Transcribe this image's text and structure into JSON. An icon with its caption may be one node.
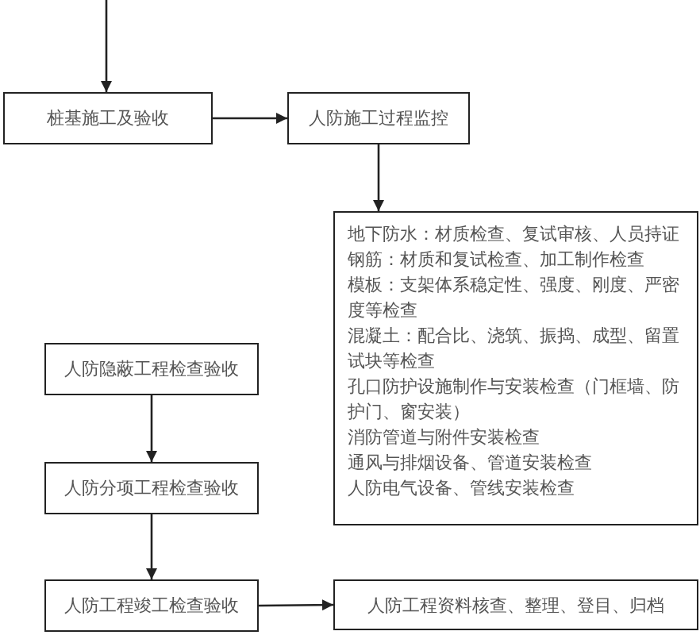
{
  "diagram": {
    "nodes": [
      {
        "text": [
          "桩基施工及验收"
        ]
      },
      {
        "text": [
          "人防施工过程监控"
        ]
      },
      {
        "text": [
          "地下防水：材质检查、复试审核、人员持证",
          "钢筋：材质和复试检查、加工制作检查",
          "模板：支架体系稳定性、强度、刚度、严密度等检查",
          "混凝土：配合比、浇筑、振捣、成型、留置试块等检查",
          "孔口防护设施制作与安装检查（门框墙、防护门、窗安装）",
          "消防管道与附件安装检查",
          "通风与排烟设备、管道安装检查",
          "人防电气设备、管线安装检查"
        ]
      },
      {
        "text": [
          "人防隐蔽工程检查验收"
        ]
      },
      {
        "text": [
          "人防分项工程检查验收"
        ]
      },
      {
        "text": [
          "人防工程竣工检查验收"
        ]
      },
      {
        "text": [
          "人防工程资料核查、整理、登目、归档"
        ]
      }
    ],
    "edges": [
      {
        "from": null,
        "to": 0,
        "arrow": "to"
      },
      {
        "from": 0,
        "to": 1,
        "arrow": "to"
      },
      {
        "from": 1,
        "to": 2,
        "arrow": "to"
      },
      {
        "from": 3,
        "to": 4,
        "arrow": "to"
      },
      {
        "from": 4,
        "to": 5,
        "arrow": "to"
      },
      {
        "from": 5,
        "to": 6,
        "arrow": "to"
      }
    ]
  }
}
